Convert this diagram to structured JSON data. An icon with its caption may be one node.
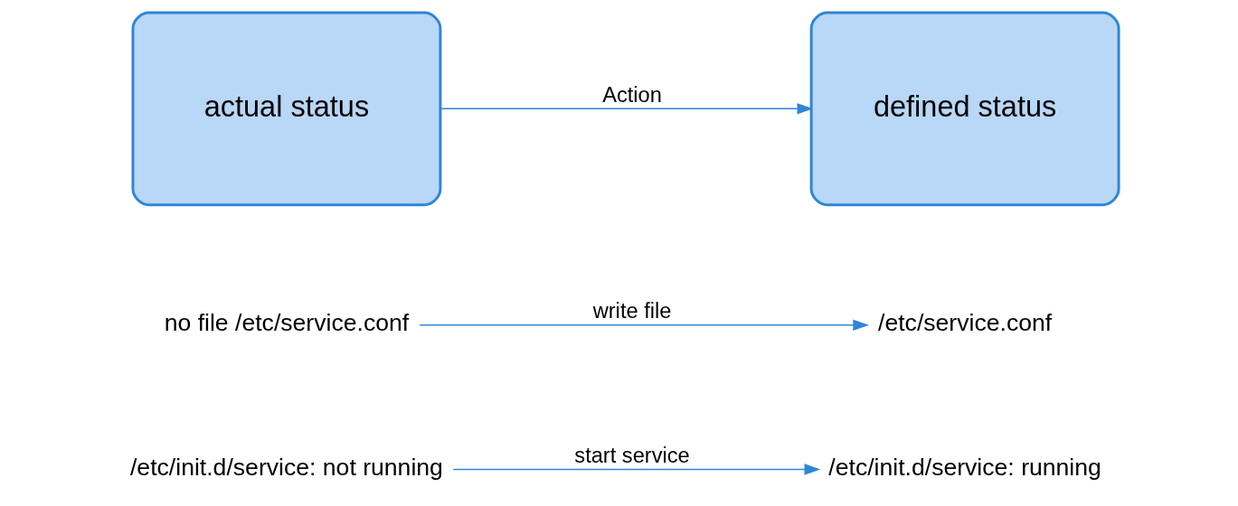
{
  "diagram": {
    "nodes": [
      {
        "text": [
          "actual status"
        ]
      },
      {
        "text": [
          "defined status"
        ]
      },
      {
        "text": [
          "no file /etc/service.conf"
        ]
      },
      {
        "text": [
          "/etc/service.conf"
        ]
      },
      {
        "text": [
          "/etc/init.d/service: not running"
        ]
      },
      {
        "text": [
          "/etc/init.d/service: running"
        ]
      }
    ],
    "edges": [
      {
        "from": 0,
        "to": 1,
        "arrow": "to",
        "label": "Action"
      },
      {
        "from": 2,
        "to": 3,
        "arrow": "to",
        "label": "write file"
      },
      {
        "from": 4,
        "to": 5,
        "arrow": "to",
        "label": "start service"
      }
    ]
  }
}
